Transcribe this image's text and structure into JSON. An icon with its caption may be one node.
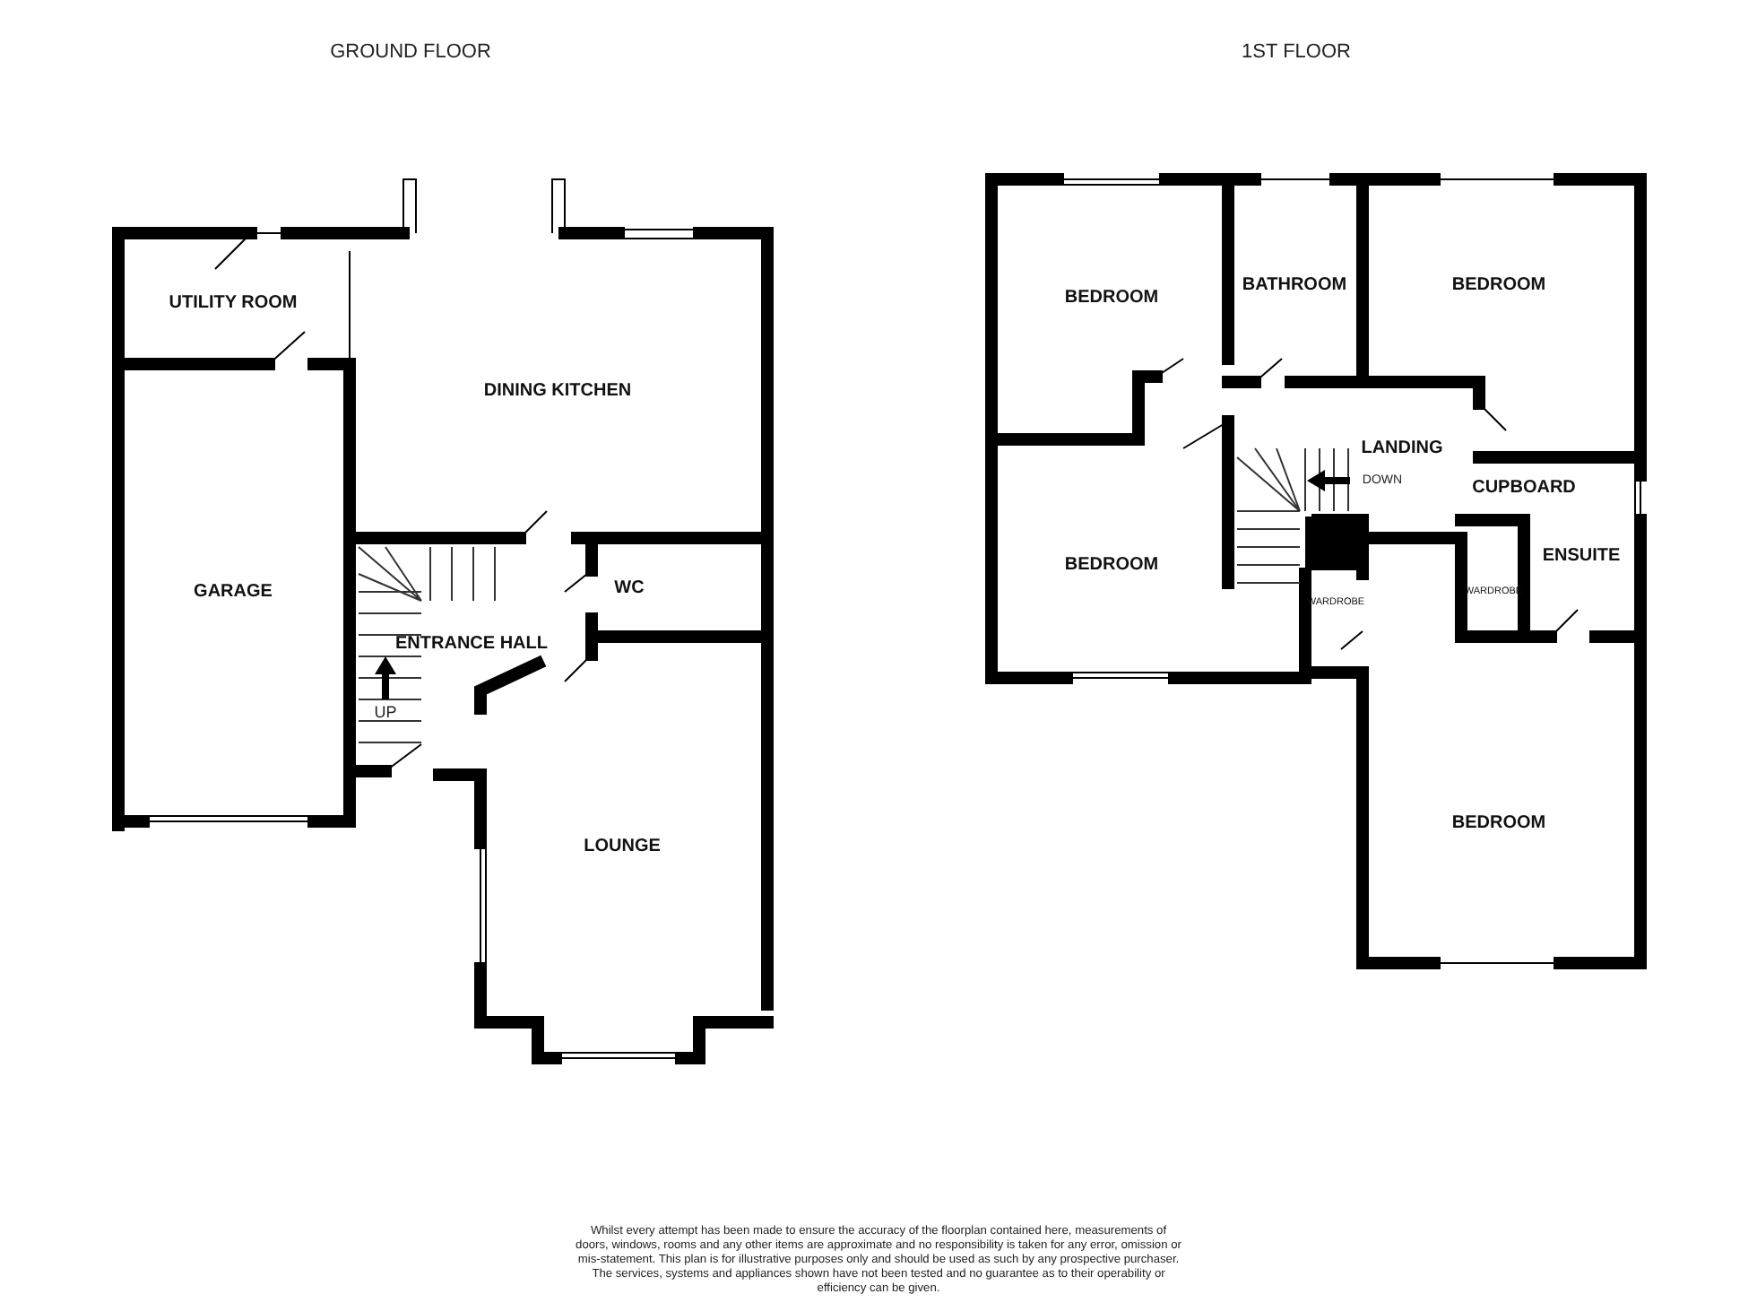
{
  "diagram": {
    "nodes": [
      {
        "text": [
          "UTILITY ROOM"
        ]
      },
      {
        "text": [
          "DINING KITCHEN"
        ]
      },
      {
        "text": [
          "GARAGE"
        ]
      },
      {
        "text": [
          "WC"
        ]
      },
      {
        "text": [
          "ENTRANCE HALL"
        ]
      },
      {
        "text": [
          "LOUNGE"
        ]
      },
      {
        "text": [
          "BEDROOM"
        ]
      },
      {
        "text": [
          "BATHROOM"
        ]
      },
      {
        "text": [
          "BEDROOM"
        ]
      },
      {
        "text": [
          "LANDING"
        ]
      },
      {
        "text": [
          "CUPBOARD"
        ]
      },
      {
        "text": [
          "BEDROOM"
        ]
      },
      {
        "text": [
          "ENSUITE"
        ]
      },
      {
        "text": [
          "WARDROBE"
        ]
      },
      {
        "text": [
          "WARDROBE"
        ]
      },
      {
        "text": [
          "BEDROOM"
        ]
      }
    ],
    "edges": [],
    "labels": [
      "GROUND FLOOR",
      "1ST FLOOR",
      "UP",
      "DOWN",
      "Whilst every attempt has been made to ensure the accuracy of the floorplan contained here, measurements of doors, windows, rooms and any other items are approximate and no responsibility is taken for any error, omission or mis-statement. This plan is for illustrative purposes only and should be used as such by any prospective purchaser. The services, systems and appliances shown have not been tested and no guarantee as to their operability or efficiency can be given."
    ]
  }
}
